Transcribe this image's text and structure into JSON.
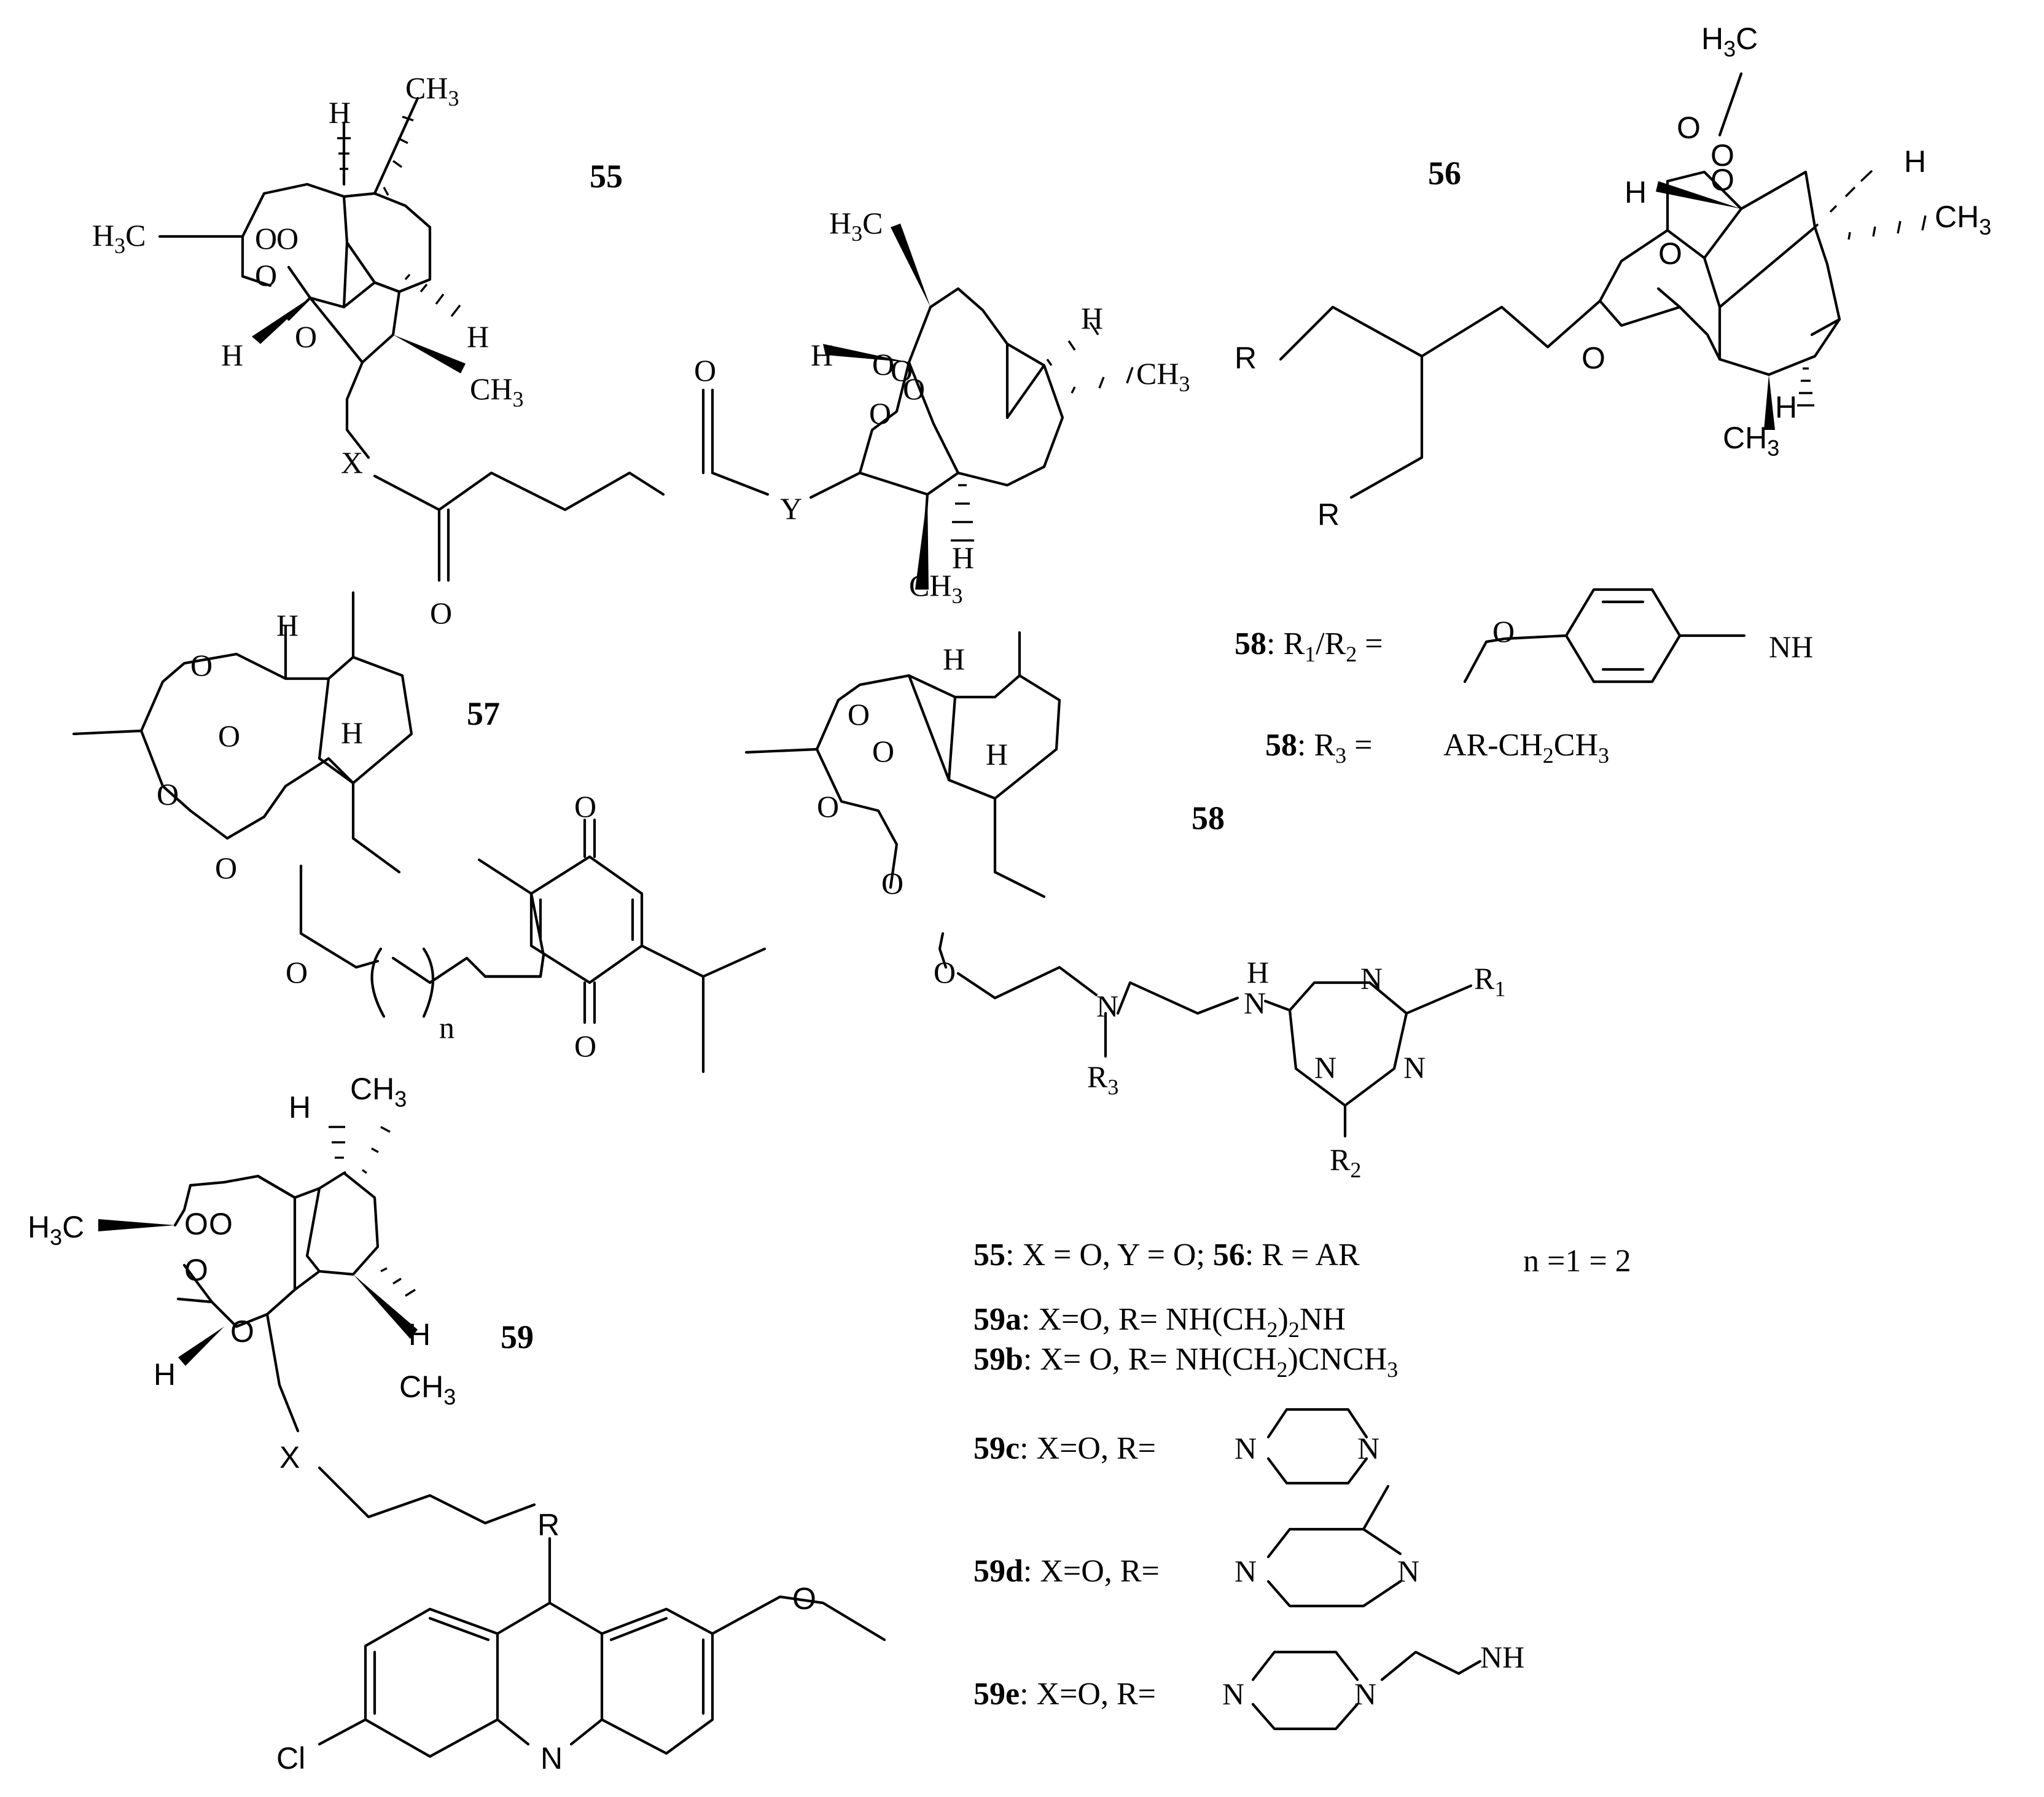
{
  "compounds": {
    "c55": {
      "id": "55",
      "atoms": {
        "h1": "H",
        "ch3_top": "CH",
        "sub3": "3",
        "h3c_left": "H",
        "sub3b": "3",
        "c_left": "C",
        "h2": "H",
        "h3": "H",
        "ch3_b": "CH",
        "sub3c": "3",
        "x": "X",
        "y": "Y",
        "o_ketone1": "O",
        "o_ketone2": "O",
        "h3c_r": "H",
        "sub3d": "3",
        "c_r": "C",
        "h4": "H",
        "h5": "H",
        "ch3_r": "CH",
        "sub3e": "3",
        "h6": "H",
        "ch3_r2": "CH",
        "sub3f": "3"
      }
    },
    "c56": {
      "id": "56",
      "atoms": {
        "h3c": "H",
        "sub3": "3",
        "c": "C",
        "h1": "H",
        "h2": "H",
        "ch3": "CH",
        "sub3b": "3",
        "h3": "H",
        "ch3_b": "CH",
        "sub3c": "3",
        "r1": "R",
        "r2": "R"
      }
    },
    "c57": {
      "id": "57",
      "atoms": {
        "h1": "H",
        "h2": "H",
        "n": "n"
      }
    },
    "c58": {
      "id": "58",
      "atoms": {
        "h1": "H",
        "h2": "H",
        "nh": "H",
        "n_amine": "N",
        "r3": "R",
        "sub3": "3",
        "r1": "R",
        "sub1": "1",
        "r2": "R",
        "sub2": "2"
      }
    },
    "c59": {
      "id": "59",
      "atoms": {
        "ch3": "CH",
        "sub3": "3",
        "h3c": "H",
        "sub3b": "3",
        "c": "C",
        "h1": "H",
        "h2": "H",
        "h3": "H",
        "ch3_b": "CH",
        "sub3c": "3",
        "x": "X",
        "r": "R",
        "n": "N",
        "cl": "Cl"
      }
    }
  },
  "definitions": {
    "d58a": {
      "label": "58",
      "text": ": R",
      "s1": "1",
      "mid": "/R",
      "s2": "2",
      "eq": " =",
      "nh": "NH"
    },
    "d58b": {
      "label": "58",
      "text": ": R",
      "s1": "3",
      "eq": " =",
      "value_a": "AR-CH",
      "s2": "2",
      "value_b": "CH",
      "s3": "3"
    },
    "d5556": {
      "l1": "55",
      "t1": ": X = O, Y = O; ",
      "l2": "56",
      "t2": ": R = AR"
    },
    "n": {
      "text": "n =1 = 2"
    },
    "d59a": {
      "label": "59a",
      "text": ": X=O, R= NH(CH",
      "sub": "2",
      "tail": ")",
      "sub2": "2",
      "tail2": "NH"
    },
    "d59b": {
      "label": "59b",
      "text": ": X= O, R= NH(CH",
      "sub": "2",
      "tail": ")CNCH",
      "sub2": "3"
    },
    "d59c": {
      "label": "59c",
      "text": ": X=O, R=",
      "n1": "N",
      "n2": "N"
    },
    "d59d": {
      "label": "59d",
      "text": ": X=O, R=",
      "n1": "N",
      "n2": "N"
    },
    "d59e": {
      "label": "59e",
      "text": ": X=O, R=",
      "n1": "N",
      "n2": "N",
      "nh": "NH"
    }
  }
}
